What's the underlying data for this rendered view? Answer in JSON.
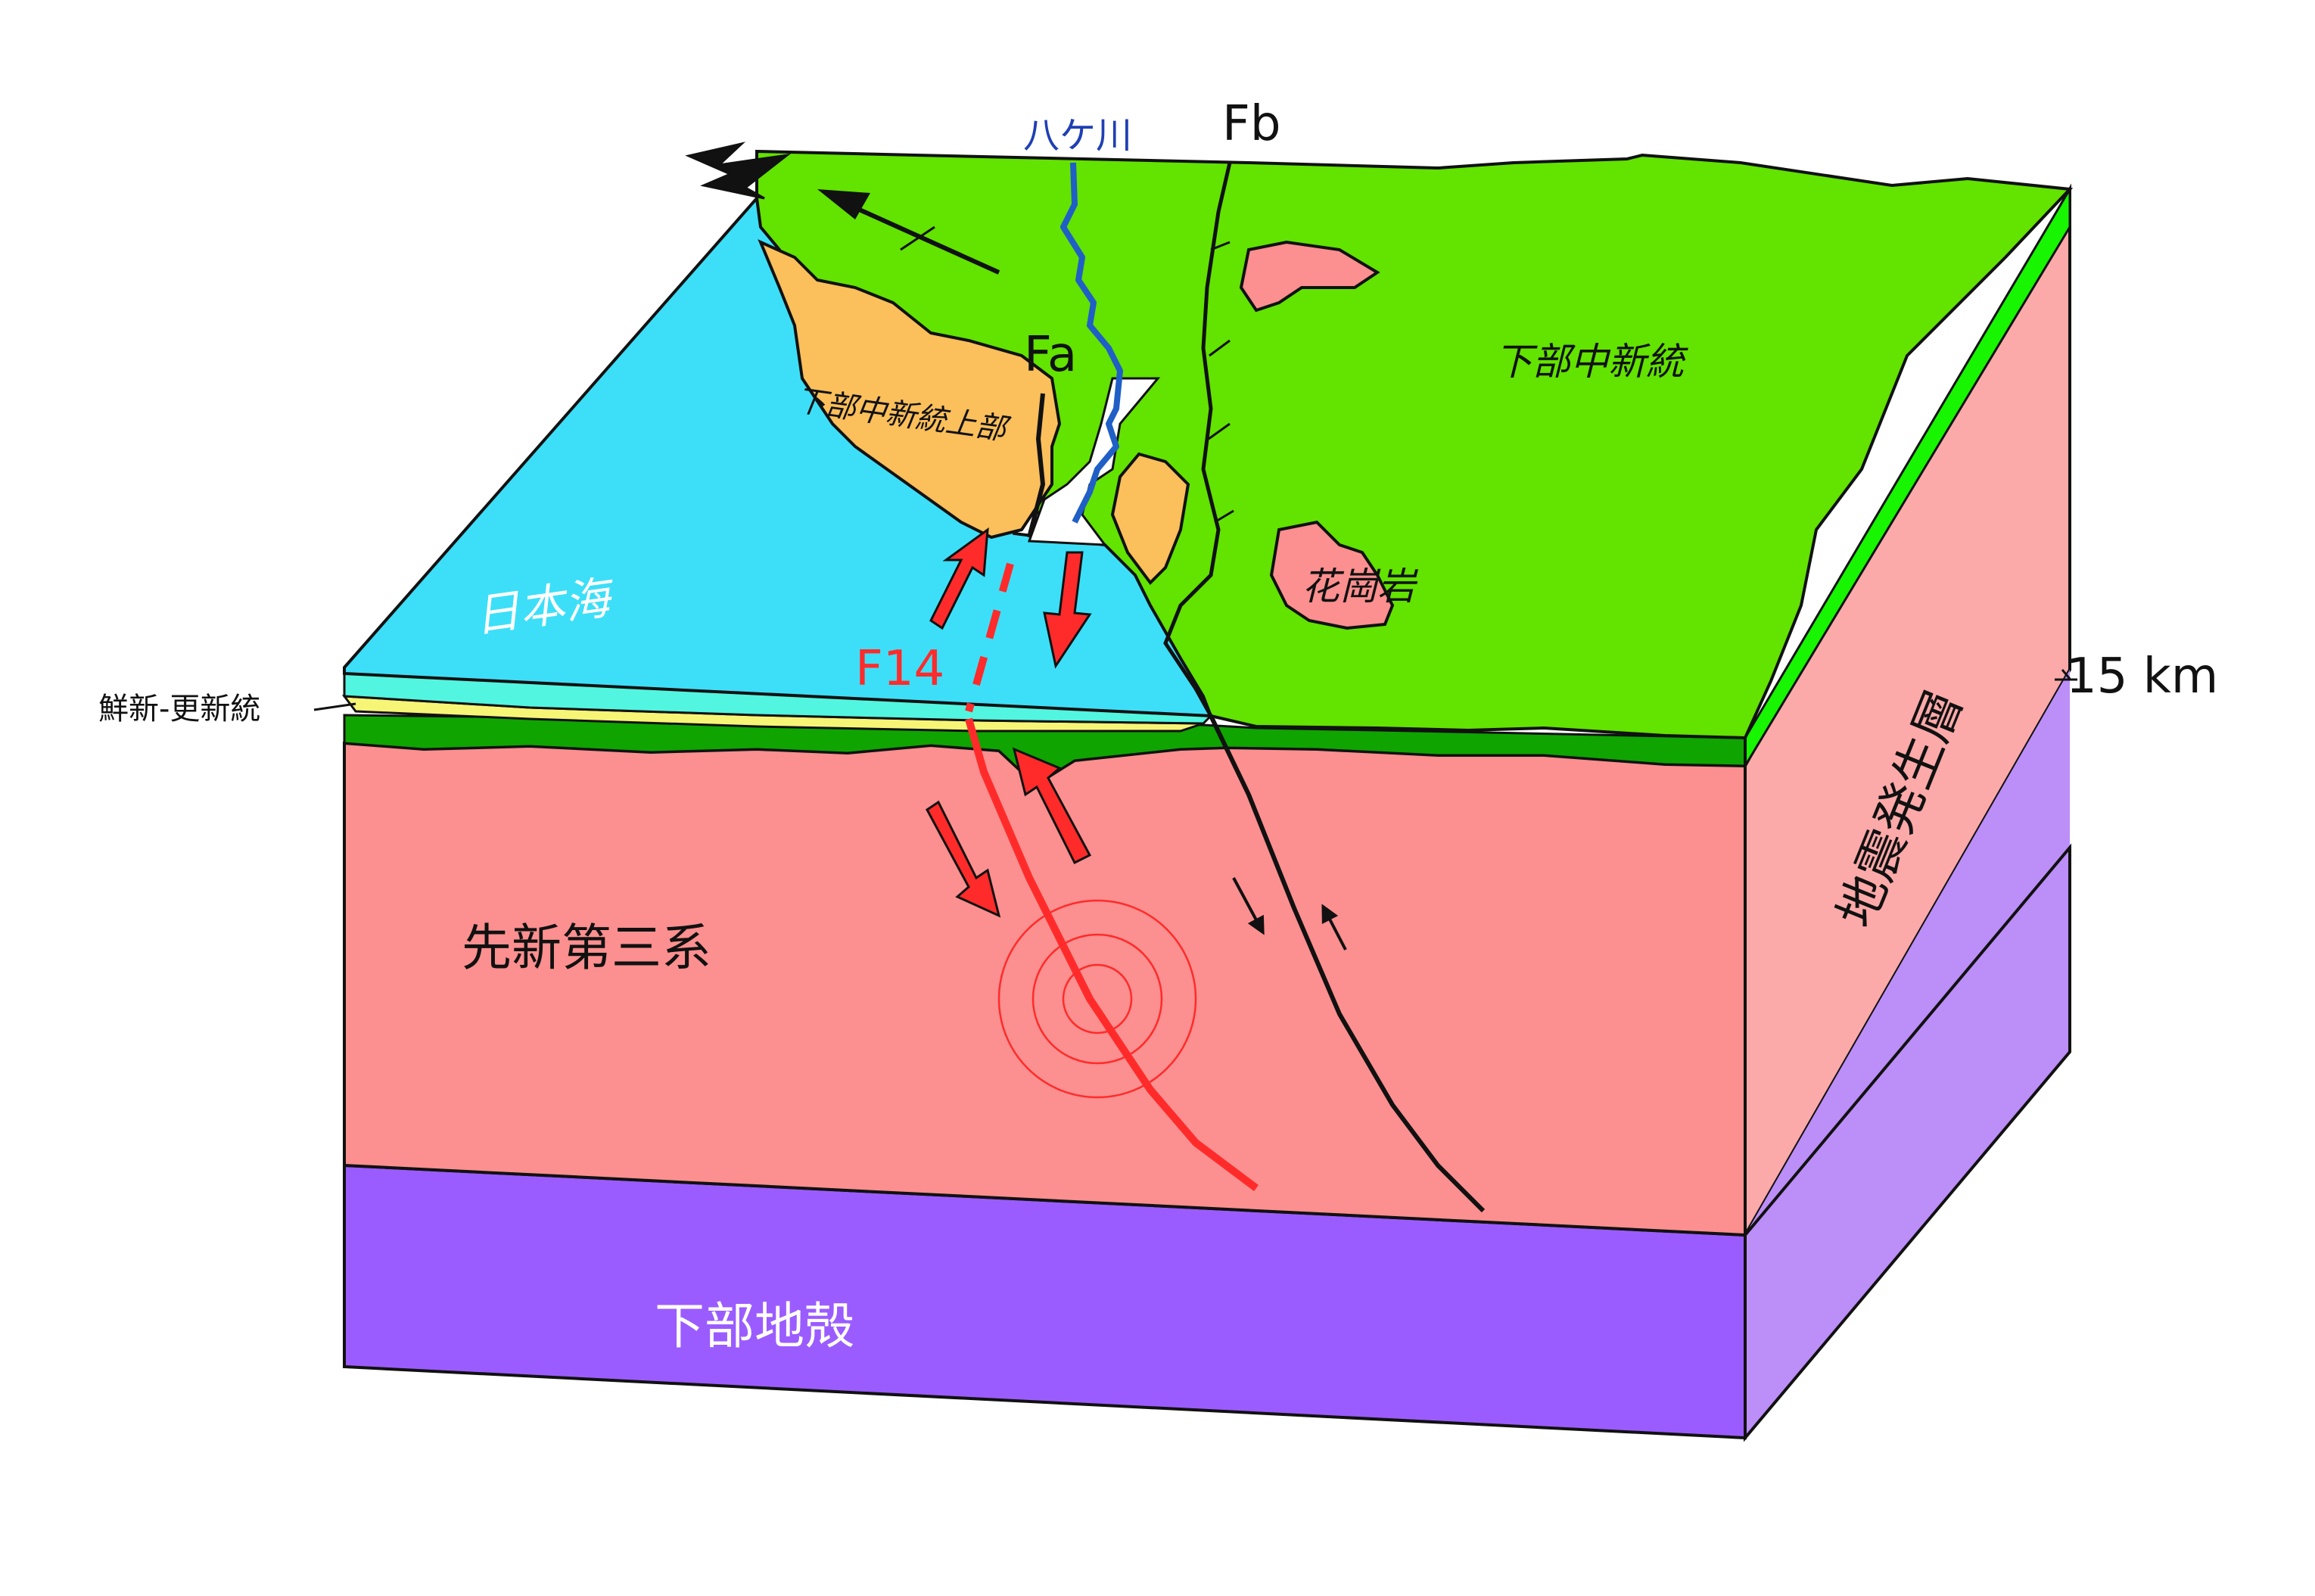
{
  "labels": {
    "river": "八ケ川",
    "fault_fb": "Fb",
    "fault_fa": "Fa",
    "fault_f14": "F14",
    "unit_upper": "下部中新統上部",
    "unit_lower_right": "下部中新統",
    "granite": "花崗岩",
    "sea": "日本海",
    "plio_pleistocene": "鮮新-更新統",
    "pre_neogene": "先新第三系",
    "lower_crust": "下部地殻",
    "seismogenic_layer": "地震発生層",
    "depth": "15 km"
  },
  "colors": {
    "sea": "#3ddff8",
    "green": "#62e300",
    "orange": "#fbbf5b",
    "pink": "#fc8f8f",
    "pink_side": "#fca9a9",
    "purple": "#9b5cff",
    "purple_side": "#bc8ef8",
    "yellow": "#f7f576",
    "cyan_layer": "#52f5e0",
    "dark_green": "#0fa400",
    "fault_red": "#ff2b2b",
    "river_blue": "#1f5fc6",
    "river_label": "#1f3fb4"
  }
}
